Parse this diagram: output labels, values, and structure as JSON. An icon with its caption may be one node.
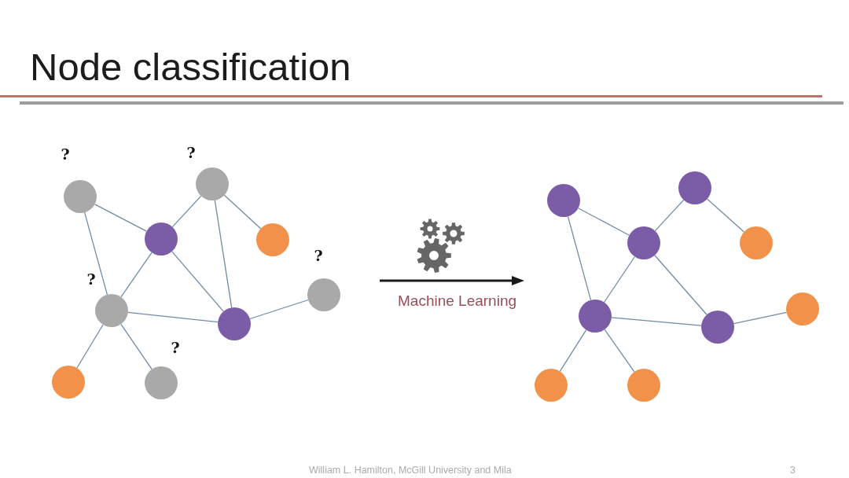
{
  "diagram": {
    "title": "Node classification",
    "nodes": [
      {
        "text": [],
        "shape": "circle",
        "beside": [
          "?"
        ]
      },
      {
        "text": [],
        "shape": "circle",
        "beside": [
          "?"
        ]
      },
      {
        "text": [],
        "shape": "circle"
      },
      {
        "text": [],
        "shape": "circle"
      },
      {
        "text": [],
        "shape": "circle",
        "beside": [
          "?"
        ]
      },
      {
        "text": [],
        "shape": "circle"
      },
      {
        "text": [],
        "shape": "circle",
        "beside": [
          "?"
        ]
      },
      {
        "text": [],
        "shape": "circle"
      },
      {
        "text": [],
        "shape": "circle",
        "beside": [
          "?"
        ]
      },
      {
        "text": [],
        "shape": "circle"
      },
      {
        "text": [],
        "shape": "circle"
      },
      {
        "text": [],
        "shape": "circle"
      },
      {
        "text": [],
        "shape": "circle"
      },
      {
        "text": [],
        "shape": "circle"
      },
      {
        "text": [],
        "shape": "circle"
      },
      {
        "text": [],
        "shape": "circle"
      },
      {
        "text": [],
        "shape": "circle"
      },
      {
        "text": [],
        "shape": "circle"
      }
    ],
    "edges": [
      {
        "from": 0,
        "to": 2,
        "arrow": "none"
      },
      {
        "from": 0,
        "to": 4,
        "arrow": "none"
      },
      {
        "from": 1,
        "to": 2,
        "arrow": "none"
      },
      {
        "from": 1,
        "to": 3,
        "arrow": "none"
      },
      {
        "from": 1,
        "to": 5,
        "arrow": "none"
      },
      {
        "from": 2,
        "to": 4,
        "arrow": "none"
      },
      {
        "from": 2,
        "to": 5,
        "arrow": "none"
      },
      {
        "from": 4,
        "to": 5,
        "arrow": "none"
      },
      {
        "from": 5,
        "to": 6,
        "arrow": "none"
      },
      {
        "from": 4,
        "to": 7,
        "arrow": "none"
      },
      {
        "from": 4,
        "to": 8,
        "arrow": "none"
      },
      {
        "from": 9,
        "to": 11,
        "arrow": "none"
      },
      {
        "from": 9,
        "to": 13,
        "arrow": "none"
      },
      {
        "from": 10,
        "to": 11,
        "arrow": "none"
      },
      {
        "from": 10,
        "to": 12,
        "arrow": "none"
      },
      {
        "from": 11,
        "to": 13,
        "arrow": "none"
      },
      {
        "from": 11,
        "to": 14,
        "arrow": "none"
      },
      {
        "from": 13,
        "to": 14,
        "arrow": "none"
      },
      {
        "from": 14,
        "to": 15,
        "arrow": "none"
      },
      {
        "from": 13,
        "to": 16,
        "arrow": "none"
      },
      {
        "from": 13,
        "to": 17,
        "arrow": "none"
      }
    ],
    "labels": [
      "Machine Learning",
      "William L. Hamilton, McGill University and Mila",
      "3"
    ]
  }
}
